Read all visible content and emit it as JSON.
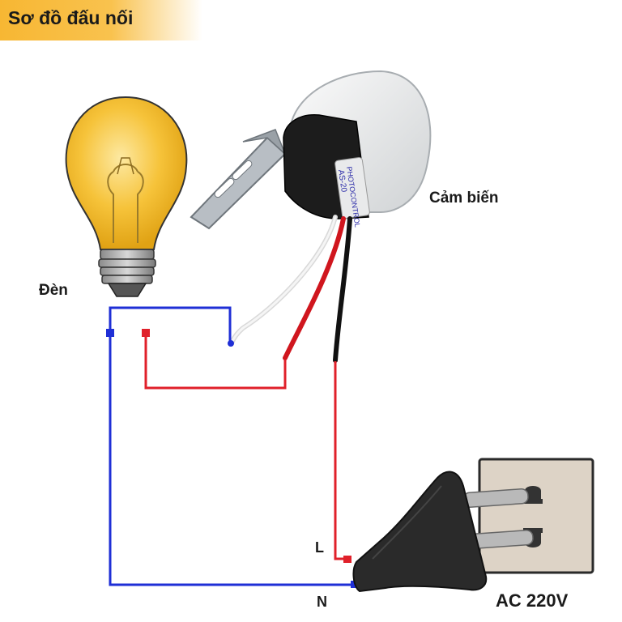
{
  "title": "Sơ đồ đấu nối",
  "labels": {
    "lamp": "Đèn",
    "sensor": "Cảm biến",
    "live": "L",
    "neutral": "N",
    "supply": "AC 220V"
  },
  "sensor_print": {
    "line1": "PHOTOCONTROL",
    "line2": "AS-20"
  },
  "colors": {
    "banner": "#f7b733",
    "neutral_wire": "#1f2fd6",
    "live_wire": "#e0202a",
    "lamp_glass": "#f6c33a",
    "outlet": "#ddd3c6"
  }
}
